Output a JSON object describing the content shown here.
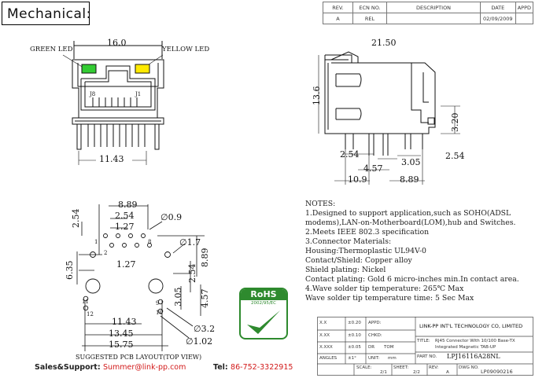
{
  "title": "Mechanical:",
  "revision_table": {
    "headers": [
      "REV.",
      "ECN NO.",
      "DESCRIPTION",
      "DATE",
      "APPD"
    ],
    "rows": [
      [
        "A",
        "REL",
        "",
        "02/09/2009",
        ""
      ]
    ]
  },
  "front_view": {
    "green_led_label": "GREEN LED",
    "yellow_led_label": "YELLOW LED",
    "width_dim": "16.0",
    "pin_span_dim": "11.43",
    "j8_label": "J8",
    "j1_label": "J1",
    "green_color": "#33cc33",
    "yellow_color": "#ffea00"
  },
  "side_view": {
    "length_dim": "21.50",
    "height_dim": "13.6",
    "pin_height_dim": "3.20",
    "dims": [
      "2.54",
      "3.05",
      "2.54",
      "4.57",
      "10.9",
      "8.89"
    ]
  },
  "pcb_layout": {
    "dims_top": [
      "8.89",
      "2.54",
      "1.27",
      "2.54"
    ],
    "hole_dia": "∅0.9",
    "hole_dia2": "∅1.7",
    "pitch": "1.27",
    "dim_635": "6.35",
    "dim_889v": "8.89",
    "dim_254v": "2.54",
    "dim_305v": "3.05",
    "dim_457v": "4.57",
    "dims_bottom": [
      "11.43",
      "13.45",
      "15.75"
    ],
    "post_dia": "∅3.2",
    "shield_dia": "∅1.02",
    "pin_labels": [
      "1",
      "2",
      "8",
      "9",
      "10",
      "11",
      "12"
    ],
    "caption": "SUGGESTED PCB LAYOUT(TOP VIEW)"
  },
  "notes": {
    "heading": "NOTES:",
    "lines": [
      "1.Designed to support application,such as SOHO(ADSL",
      "  modems),LAN-on-Motherboard(LOM),hub and Switches.",
      "2.Meets IEEE 802.3 specification",
      "3.Connector Materials:",
      "  Housing:Thermoplastic UL94V-0",
      "  Contact/Shield: Copper alloy",
      "  Shield plating: Nickel",
      "  Contact plating: Gold 6 micro-inches min.In contact area.",
      "4.Wave solder tip temperature: 265℃ Max",
      "  Wave solder tip temperature time: 5 Sec Max"
    ]
  },
  "rohs": {
    "label": "RoHS",
    "sub": "2002/95/EC",
    "color": "#2e8a2e"
  },
  "title_block": {
    "tol1_l": "X.X",
    "tol1_v": "±0.20",
    "appd": "APPD:",
    "tol2_l": "X.XX",
    "tol2_v": "±0.10",
    "chkd": "CHKD:",
    "tol3_l": "X.XXX",
    "tol3_v": "±0.05",
    "dr": "DR",
    "dr_v": "TOM",
    "ang_l": "ANGLES",
    "ang_v": "±1°",
    "unit_l": "UNIT:",
    "unit_v": "mm",
    "company": "LINK-PP INT'L TECHNOLOGY CO, LIMITED",
    "title_l": "TITLE:",
    "title_v1": "RJ45 Connector With 10/100 Base-TX",
    "title_v2": "Integrated Magnetic TAB-UP",
    "part_l": "PART NO.",
    "part_v": "LPJ16116A28NL",
    "scale_l": "SCALE:",
    "scale_v": "2/1",
    "sheet_l": "SHEET:",
    "sheet_v": "2/2",
    "rev_l": "REV:",
    "rev_v": "A",
    "dwg_l": "DWG NO.",
    "dwg_v": "LP09090216"
  },
  "footer": {
    "label": "Sales&Support:",
    "email": "Summer@link-pp.com",
    "tel_label": "Tel:",
    "tel": "86-752-3322915"
  }
}
